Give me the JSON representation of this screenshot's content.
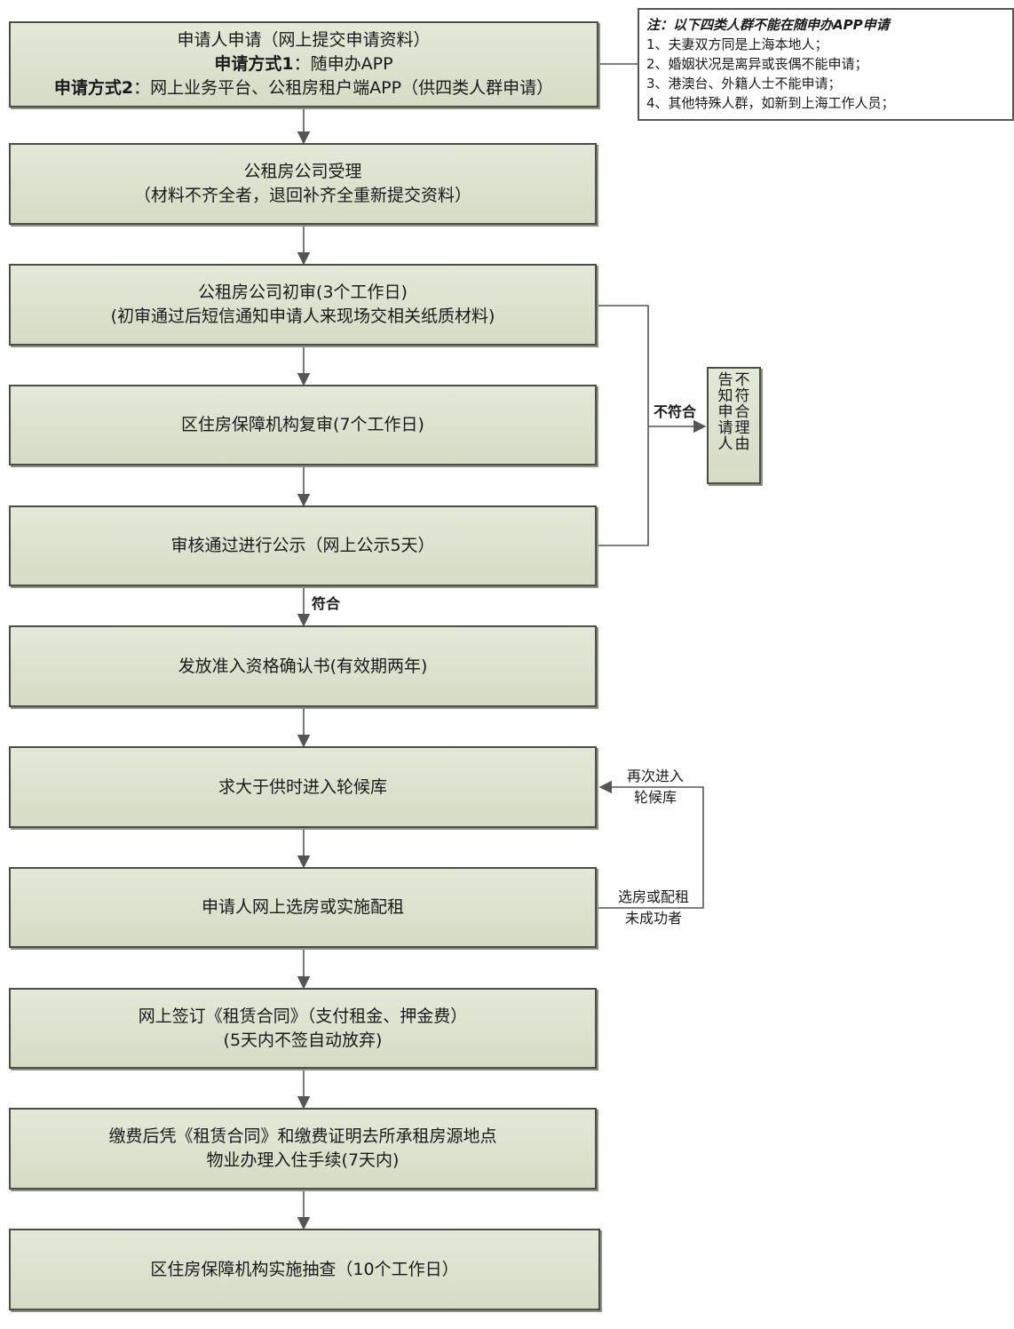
{
  "steps": [
    {
      "lines": [
        "申请人申请（网上提交申请资料）"
      ],
      "method1_label": "申请方式1",
      "method1_text": "：随申办APP",
      "method2_label": "申请方式2",
      "method2_text": "：网上业务平台、公租房租户端APP（供四类人群申请）"
    },
    {
      "lines": [
        "公租房公司受理",
        "（材料不齐全者，退回补齐全重新提交资料）"
      ]
    },
    {
      "lines": [
        "公租房公司初审(3个工作日)",
        "(初审通过后短信通知申请人来现场交相关纸质材料)"
      ]
    },
    {
      "lines": [
        "区住房保障机构复审(7个工作日)"
      ]
    },
    {
      "lines": [
        "审核通过进行公示（网上公示5天）"
      ]
    },
    {
      "lines": [
        "发放准入资格确认书(有效期两年)"
      ]
    },
    {
      "lines": [
        "求大于供时进入轮候库"
      ]
    },
    {
      "lines": [
        "申请人网上选房或实施配租"
      ]
    },
    {
      "lines": [
        "网上签订《租赁合同》（支付租金、押金费）",
        "(5天内不签自动放弃)"
      ]
    },
    {
      "lines": [
        "缴费后凭《租赁合同》和缴费证明去所承租房源地点",
        "物业办理入住手续(7天内)"
      ]
    },
    {
      "lines": [
        "区住房保障机构实施抽查（10个工作日）"
      ]
    }
  ],
  "note": {
    "title": "注：以下四类人群不能在随申办APP申请",
    "items": [
      "1、夫妻双方同是上海本地人；",
      "2、婚姻状况是离异或丧偶不能申请；",
      "3、港澳台、外籍人士不能申请；",
      "4、其他特殊人群，如新到上海工作人员；"
    ]
  },
  "reject_box": {
    "col1": "不符合理由",
    "col2": "告知申请人"
  },
  "labels": {
    "not_qualified": "不符合",
    "qualified": "符合",
    "reenter_line1": "再次进入",
    "reenter_line2": "轮候库",
    "fail_line1": "选房或配租",
    "fail_line2": "未成功者"
  }
}
